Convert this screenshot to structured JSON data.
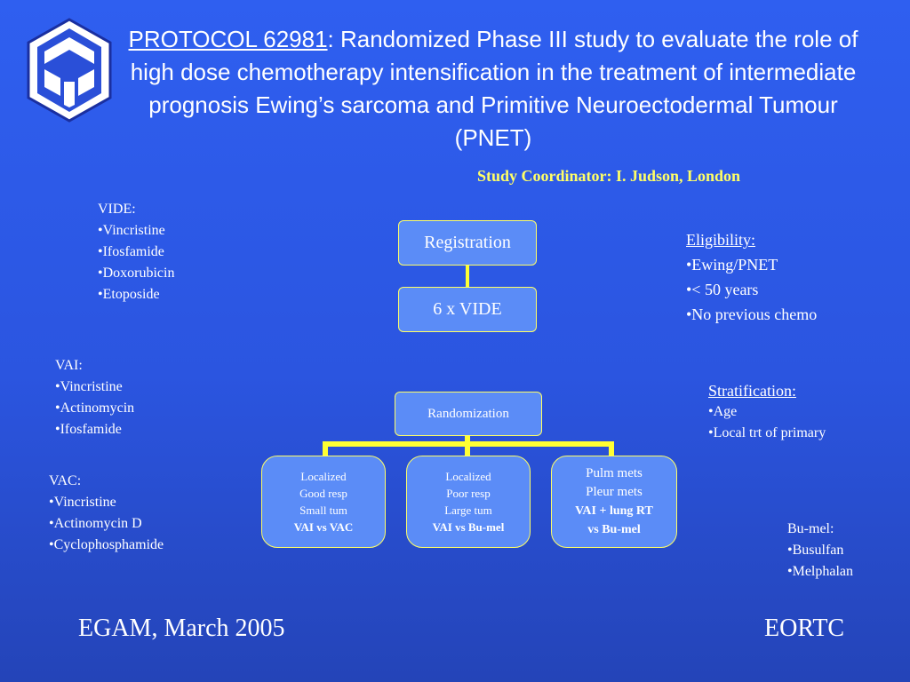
{
  "title": {
    "link_text": "PROTOCOL 62981",
    "rest": ": Randomized Phase III study to evaluate the role of high dose chemotherapy intensification in the treatment of intermediate prognosis Ewing’s sarcoma and Primitive Neuroectodermal Tumour (PNET)"
  },
  "coordinator": "Study Coordinator: I. Judson, London",
  "vide": {
    "heading": "VIDE:",
    "items": [
      "•Vincristine",
      "•Ifosfamide",
      "•Doxorubicin",
      "•Etoposide"
    ]
  },
  "vai": {
    "heading": "VAI:",
    "items": [
      "•Vincristine",
      "•Actinomycin",
      "•Ifosfamide"
    ]
  },
  "vac": {
    "heading": "VAC:",
    "items": [
      "•Vincristine",
      "•Actinomycin D",
      "•Cyclophosphamide"
    ]
  },
  "eligibility": {
    "heading": "Eligibility:",
    "items": [
      "•Ewing/PNET",
      "•< 50 years",
      "•No previous chemo"
    ]
  },
  "stratification": {
    "heading": "Stratification:",
    "items": [
      "•Age",
      "•Local trt of primary"
    ]
  },
  "bumel": {
    "heading": "Bu-mel:",
    "items": [
      "•Busulfan",
      "•Melphalan"
    ]
  },
  "flow": {
    "registration": "Registration",
    "vide_cycles": "6 x VIDE",
    "randomization": "Randomization",
    "arm1": {
      "lines": [
        "Localized",
        "Good resp",
        "Small tum"
      ],
      "bold": "VAI vs VAC"
    },
    "arm2": {
      "lines": [
        "Localized",
        "Poor resp",
        "Large tum"
      ],
      "bold": "VAI vs Bu-mel"
    },
    "arm3": {
      "lines": [
        "Pulm mets",
        "Pleur mets"
      ],
      "bold": [
        "VAI + lung RT",
        "vs Bu-mel"
      ]
    }
  },
  "footer": {
    "left": "EGAM, March 2005",
    "right": "EORTC"
  },
  "colors": {
    "accent": "#ffff66",
    "box": "#5b8cf7",
    "background": "#2f5ff0"
  },
  "icons": {
    "logo": "eortc-logo-icon"
  }
}
